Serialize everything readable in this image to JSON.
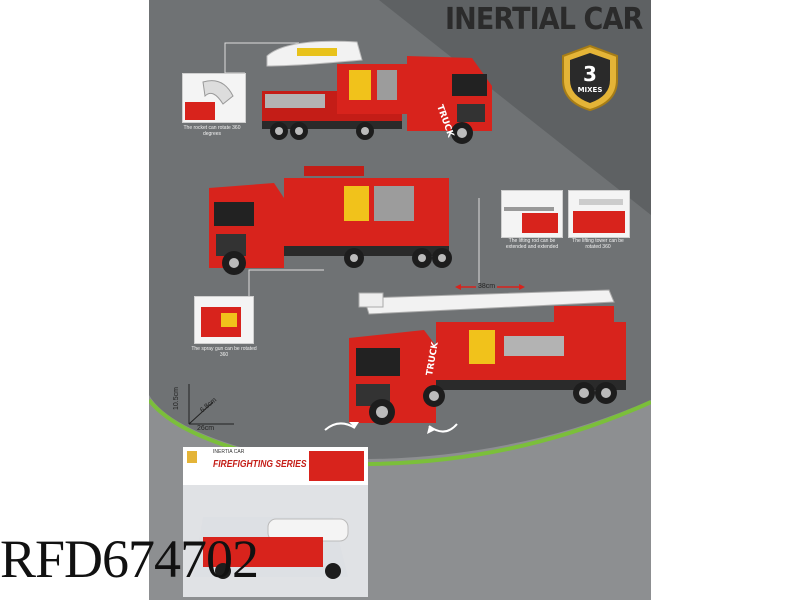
{
  "title": "INERTIAL CAR",
  "badge": {
    "number": "3",
    "text": "MIXES"
  },
  "captions": {
    "rocket": "The rocket can rotate 360 degrees",
    "spray": "The spray gun can be rotated 360",
    "lifting_rod": "The lifting rod can be extended and extended",
    "lifting_tower": "The lifting tower can be rotated 360"
  },
  "truck_label": "TRUCK",
  "ladder_length": "38cm",
  "dimensions": {
    "height": "10.5cm",
    "depth": "6.8cm",
    "width": "26cm"
  },
  "package": {
    "brand_line": "INERTIA CAR",
    "series": "FIREFIGHTING SERIES"
  },
  "watermark": "RFD674702",
  "colors": {
    "panel": "#6f7274",
    "truck_red": "#d8231c",
    "badge_gold": "#e4b437",
    "accent_green": "#7bbf3a"
  }
}
